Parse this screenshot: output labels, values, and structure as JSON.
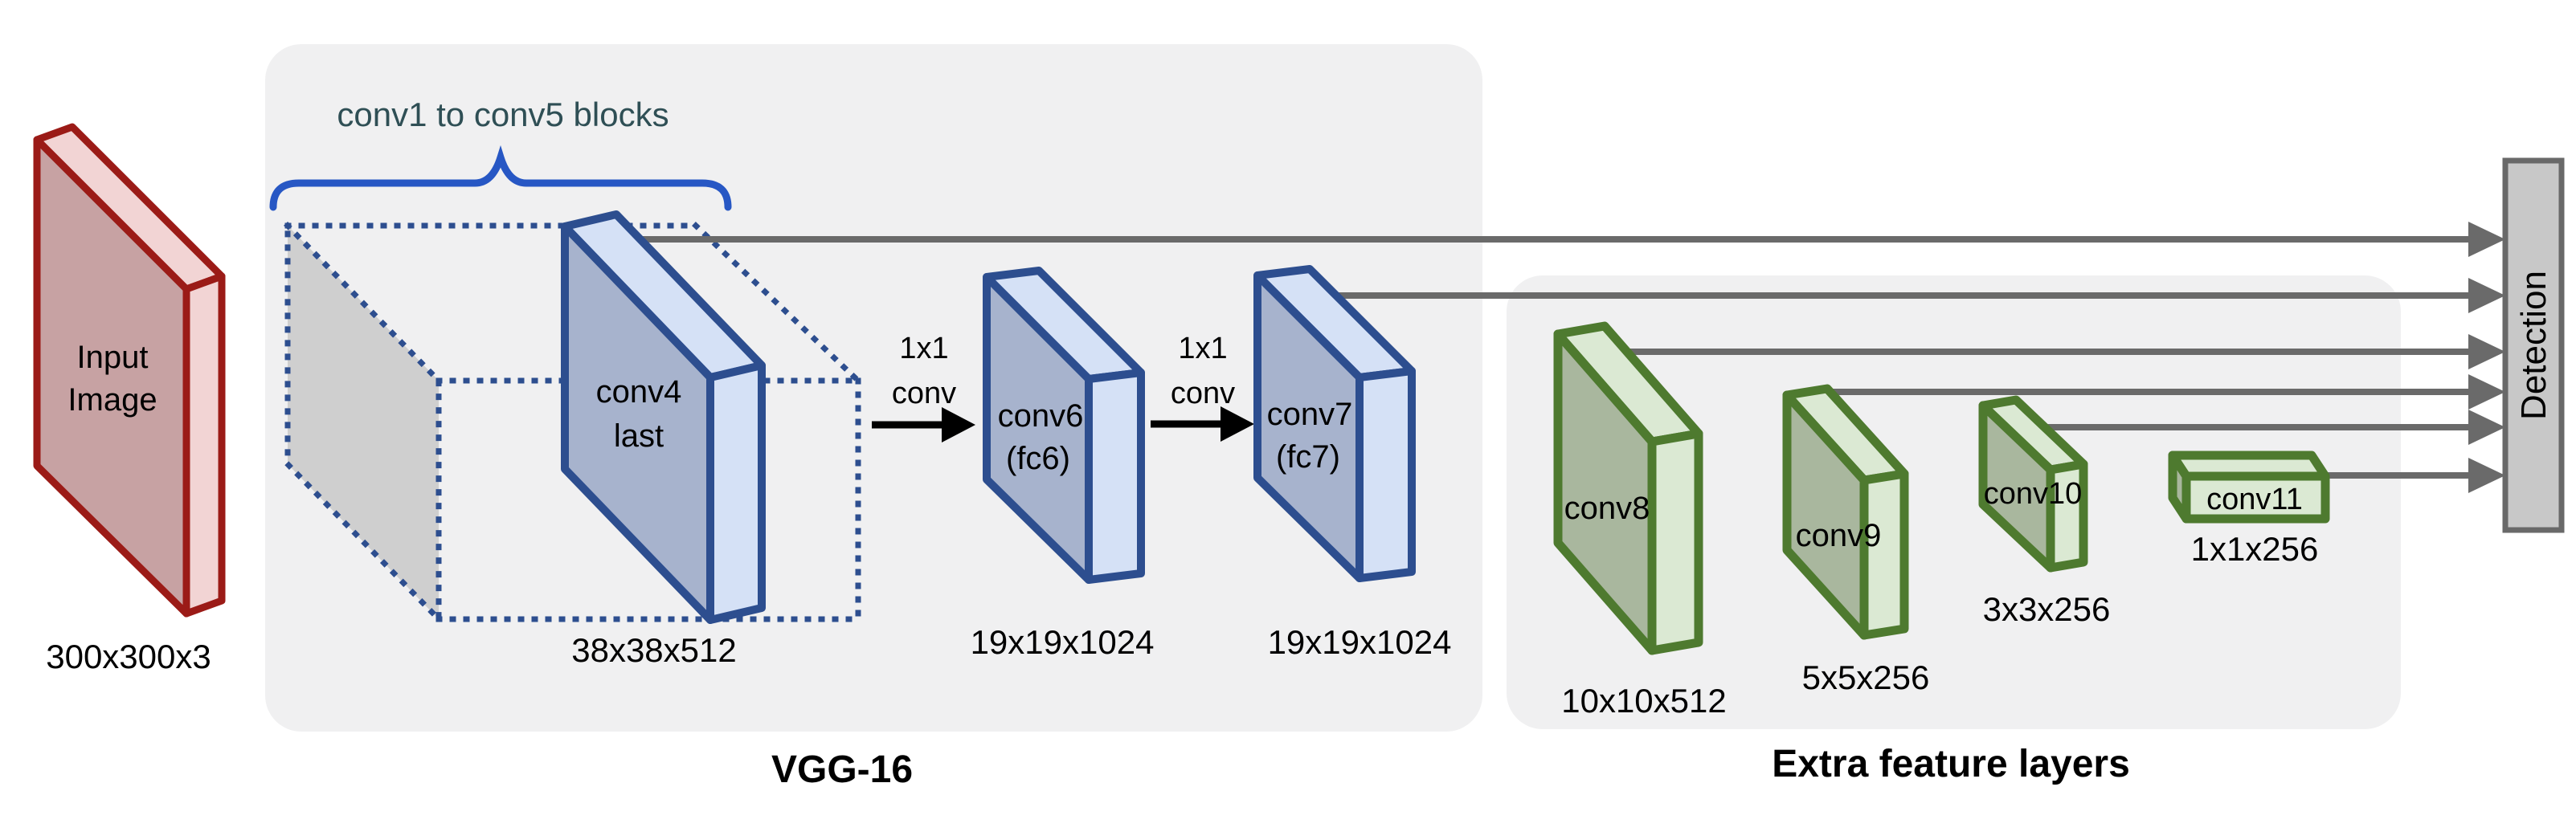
{
  "diagram": {
    "input": {
      "label_line1": "Input",
      "label_line2": "Image",
      "dims": "300x300x3"
    },
    "vgg": {
      "title": "VGG-16",
      "brace_label": "conv1 to conv5 blocks",
      "conv4": {
        "label_line1": "conv4",
        "label_line2": "last",
        "dims": "38x38x512"
      },
      "arrow1_label_line1": "1x1",
      "arrow1_label_line2": "conv",
      "conv6": {
        "label_line1": "conv6",
        "label_line2": "(fc6)",
        "dims": "19x19x1024"
      },
      "arrow2_label_line1": "1x1",
      "arrow2_label_line2": "conv",
      "conv7": {
        "label_line1": "conv7",
        "label_line2": "(fc7)",
        "dims": "19x19x1024"
      }
    },
    "extra": {
      "title": "Extra feature layers",
      "conv8": {
        "label": "conv8",
        "dims": "10x10x512"
      },
      "conv9": {
        "label": "conv9",
        "dims": "5x5x256"
      },
      "conv10": {
        "label": "conv10",
        "dims": "3x3x256"
      },
      "conv11": {
        "label": "conv11",
        "dims": "1x1x256"
      }
    },
    "detection": {
      "label": "Detection"
    },
    "colors": {
      "panel_bg": "#F0F0F1",
      "input_border": "#9B1B17",
      "input_face": "#C7A2A3",
      "input_side": "#F2D4D4",
      "vgg_border": "#2D4E8F",
      "vgg_face": "#A7B3CD",
      "vgg_side": "#D5E1F6",
      "extra_border": "#4E7A2F",
      "extra_face": "#A9B79E",
      "extra_side": "#DBE9D3",
      "ghost_face": "#CFCFCF",
      "connector_gray": "#6A6A6A",
      "detection_fill": "#C8C8C8",
      "detection_border": "#696969",
      "brace_blue": "#2757C4",
      "brace_label_teal": "#2F4F55",
      "arrow_black": "#000000"
    }
  }
}
